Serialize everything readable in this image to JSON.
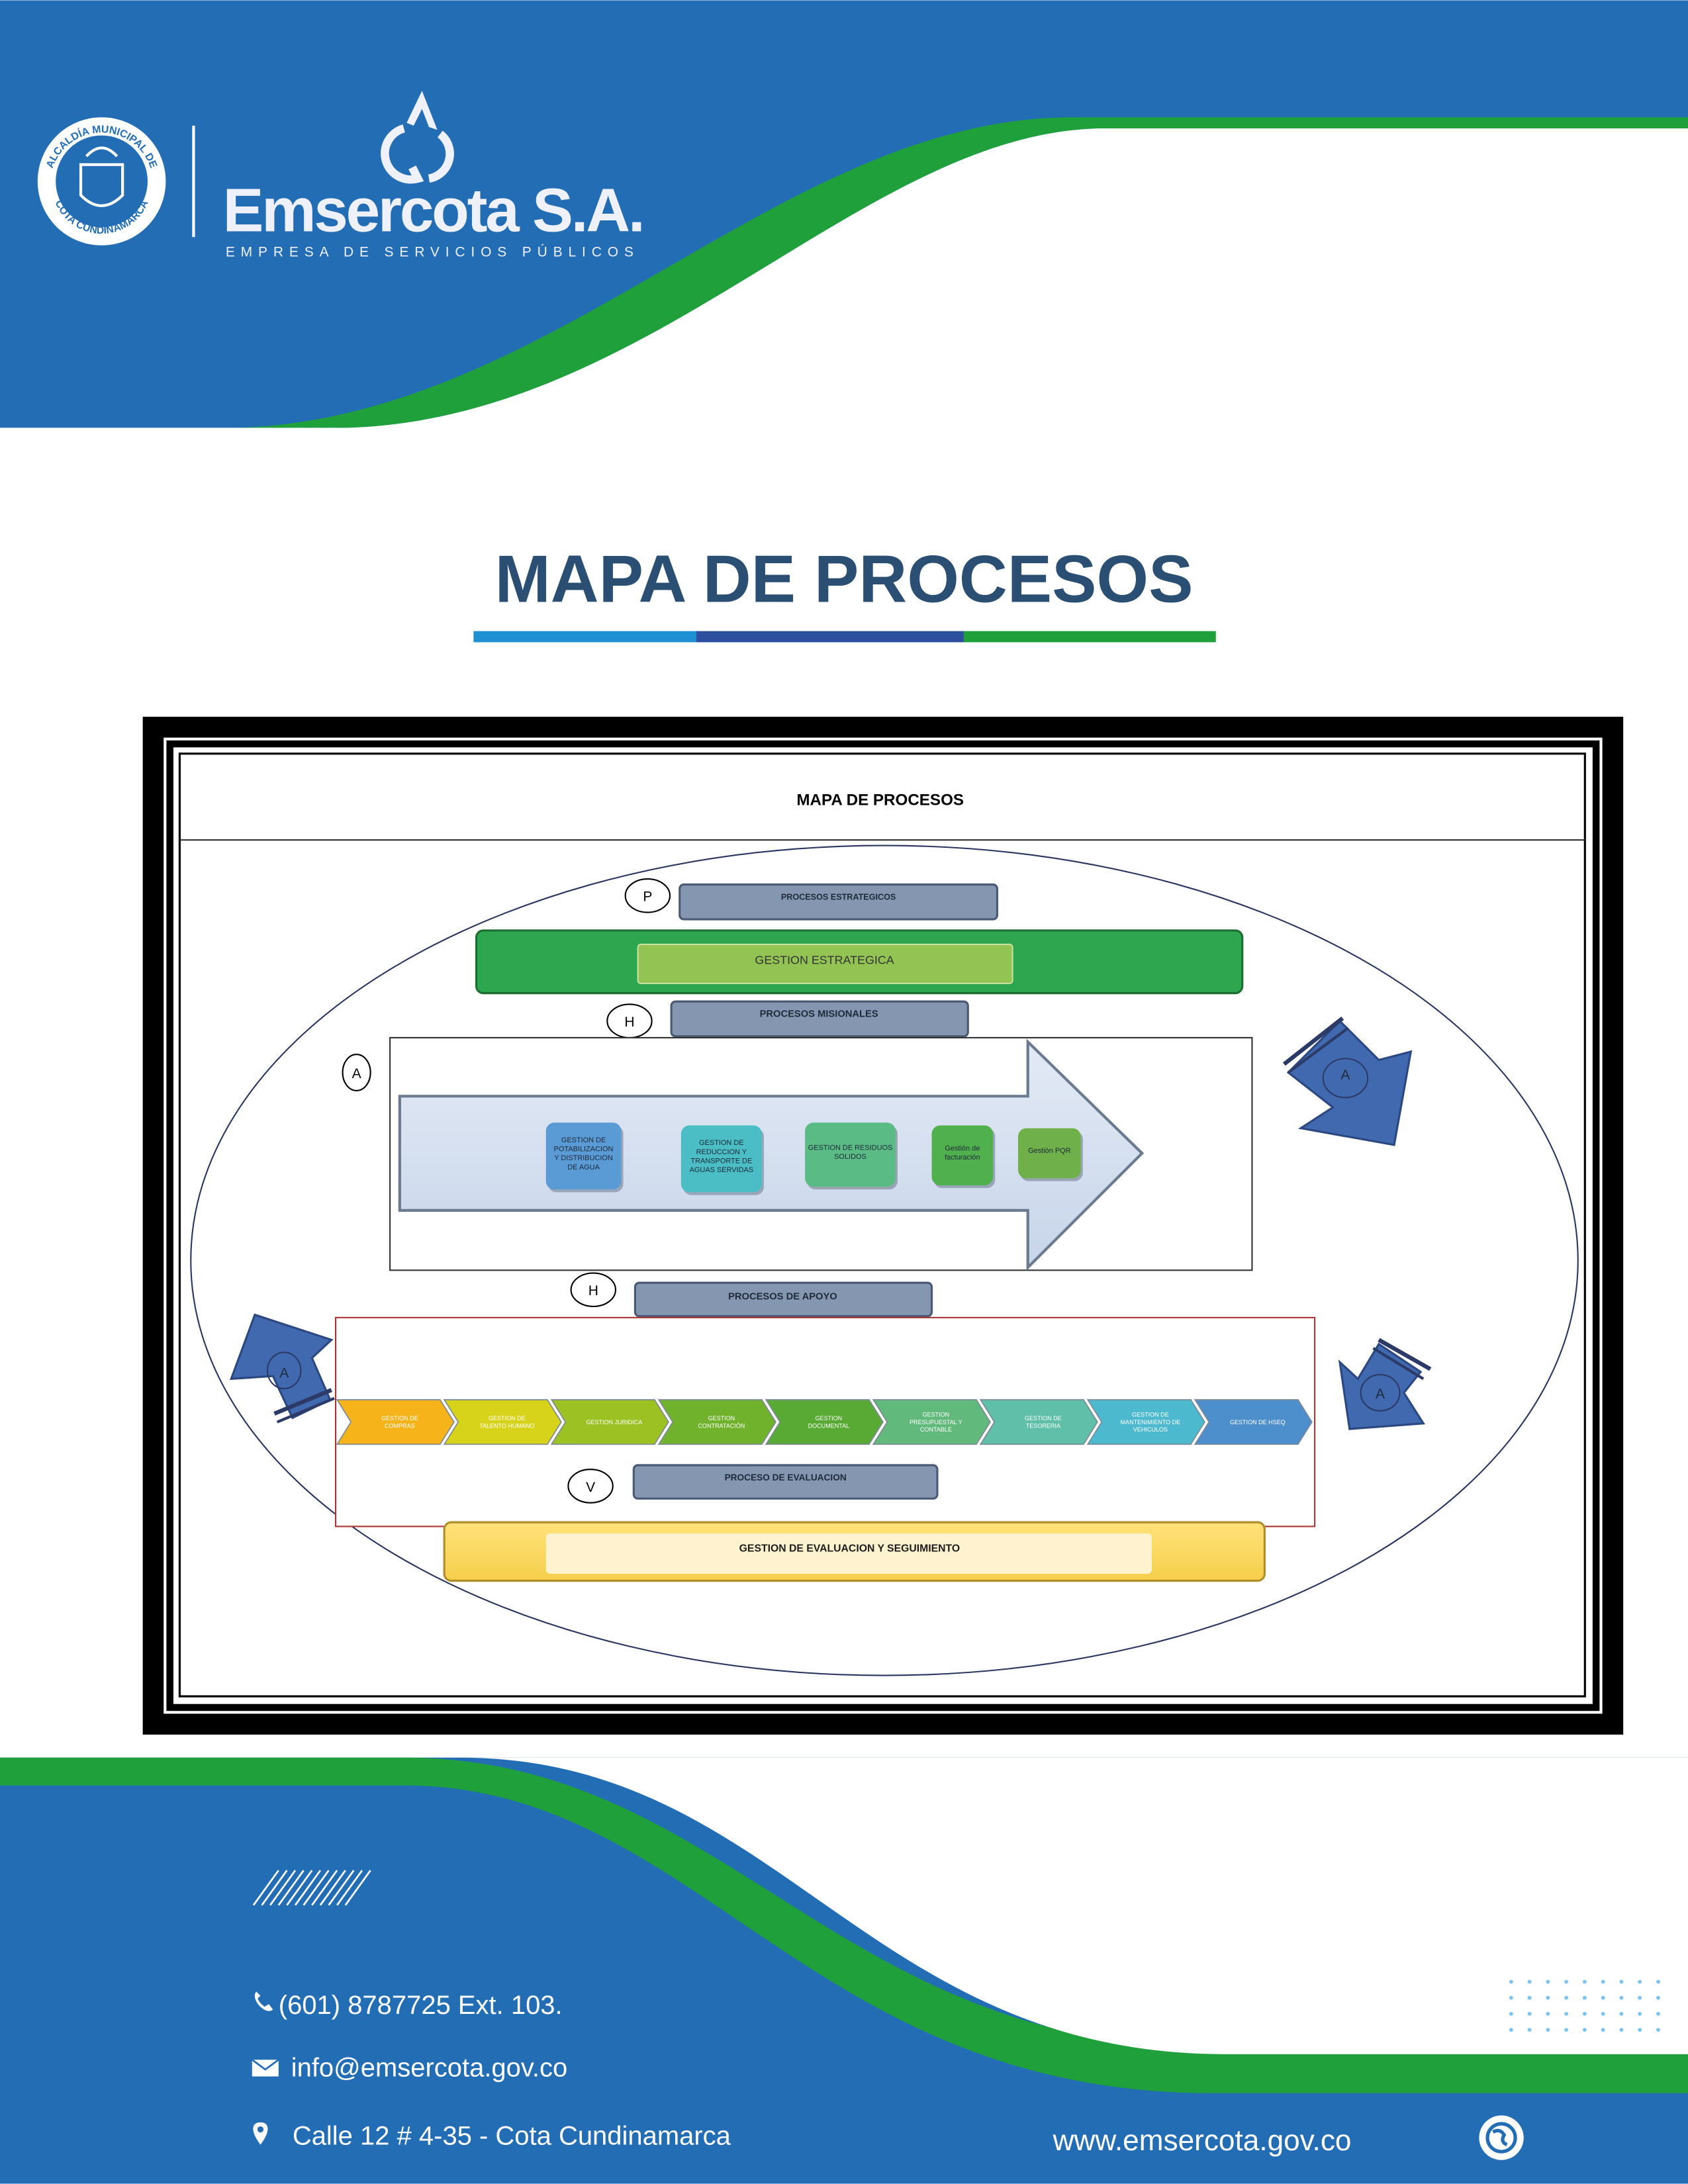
{
  "header": {
    "seal_text_top": "ALCALDÍA MUNICIPAL DE",
    "seal_text_bottom": "COTA CUNDINAMARCA",
    "brand_name": "Emsercota S.A.",
    "brand_tagline": "EMPRESA DE SERVICIOS PÚBLICOS"
  },
  "page_title": "MAPA DE PROCESOS",
  "diagram": {
    "title": "MAPA DE PROCESOS",
    "labels": {
      "p": "P",
      "h1": "H",
      "h2": "H",
      "v": "V",
      "a": "A"
    },
    "estrategicos_label": "PROCESOS ESTRATEGICOS",
    "gestion_estrategica": "GESTION ESTRATEGICA",
    "misionales_label": "PROCESOS MISIONALES",
    "misionales": [
      {
        "lines": [
          "GESTION DE",
          "POTABILIZACION",
          "Y DISTRIBUCION",
          "DE AGUA"
        ]
      },
      {
        "lines": [
          "GESTION DE",
          "REDUCCION Y",
          "TRANSPORTE DE",
          "AGUAS SERVIDAS"
        ]
      },
      {
        "lines": [
          "GESTION DE RESIDUOS",
          "SOLIDOS"
        ]
      },
      {
        "lines": [
          "Gestión de",
          "facturación"
        ]
      },
      {
        "lines": [
          "Gestión PQR"
        ]
      }
    ],
    "apoyo_label": "PROCESOS DE APOYO",
    "apoyo": [
      {
        "lines": [
          "GESTION DE",
          "COMPRAS"
        ]
      },
      {
        "lines": [
          "GESTION DE",
          "TALENTO HUMANO"
        ]
      },
      {
        "lines": [
          "GESTION JURIDICA"
        ]
      },
      {
        "lines": [
          "GESTION",
          "CONTRATACIÓN"
        ]
      },
      {
        "lines": [
          "GESTION",
          "DOCUMENTAL"
        ]
      },
      {
        "lines": [
          "GESTION",
          "PRESUPUESTAL Y",
          "CONTABLE"
        ]
      },
      {
        "lines": [
          "GESTION DE",
          "TESORERIA"
        ]
      },
      {
        "lines": [
          "GESTION DE",
          "MANTENIMIENTO  DE",
          "VEHICULOS"
        ]
      },
      {
        "lines": [
          "GESTION DE HSEQ"
        ]
      }
    ],
    "evaluacion_label": "PROCESO DE EVALUACION",
    "gestion_evaluacion": "GESTION DE EVALUACION Y SEGUIMIENTO"
  },
  "footer": {
    "phone": "(601) 8787725 Ext. 103.",
    "email": "info@emsercota.gov.co",
    "address": "Calle 12 # 4-35 - Cota Cundinamarca",
    "website": "www.emsercota.gov.co"
  },
  "colors": {
    "blue": "#236db5",
    "green": "#1fa03a",
    "title": "#2a4f73"
  }
}
